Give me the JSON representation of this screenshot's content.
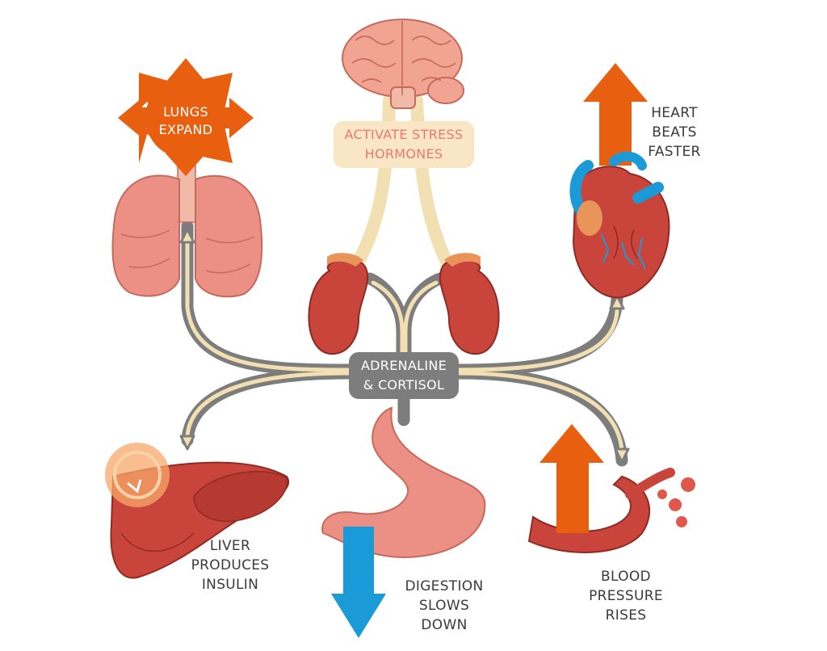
{
  "center": {
    "line1": "ADRENALINE",
    "line2": "& CORTISOL"
  },
  "brain": {
    "line1": "ACTIVATE STRESS",
    "line2": "HORMONES"
  },
  "lungs": {
    "line1": "LUNGS",
    "line2": "EXPAND"
  },
  "heart": {
    "line1": "HEART",
    "line2": "BEATS",
    "line3": "FASTER"
  },
  "liver": {
    "line1": "LIVER",
    "line2": "PRODUCES",
    "line3": "INSULIN"
  },
  "stomach": {
    "line1": "DIGESTION",
    "line2": "SLOWS",
    "line3": "DOWN"
  },
  "blood": {
    "line1": "BLOOD",
    "line2": "PRESSURE",
    "line3": "RISES"
  },
  "colors": {
    "orange_arrow": "#e8600f",
    "blue_arrow": "#1a9ad6",
    "gray_pathway": "#7d7d7d",
    "cream_pathway": "#f2dfb2",
    "organ_red": "#c9453b",
    "organ_pink": "#ec8f84"
  }
}
